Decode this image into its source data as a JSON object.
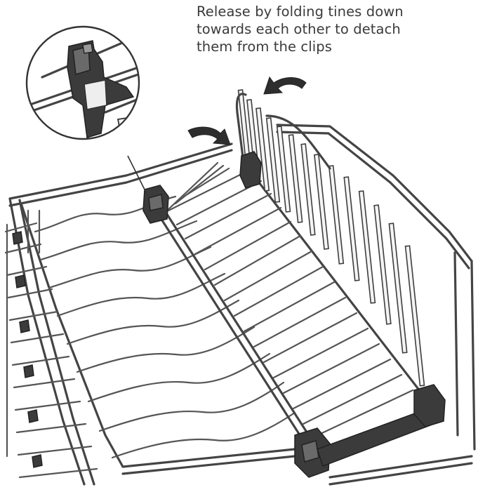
{
  "caption": {
    "lines": [
      "Release by folding tines down",
      "towards each other to detach",
      "them from the clips"
    ]
  },
  "icons": {
    "arrow_left": "fold-arrow-left-icon",
    "arrow_right": "fold-arrow-right-icon",
    "detail": "magnified-clip-detail",
    "clip_near": "clip-near-icon",
    "clip_far": "clip-far-icon"
  },
  "colors": {
    "line": "#555555",
    "clip": "#3b3b3b",
    "background": "#ffffff"
  }
}
